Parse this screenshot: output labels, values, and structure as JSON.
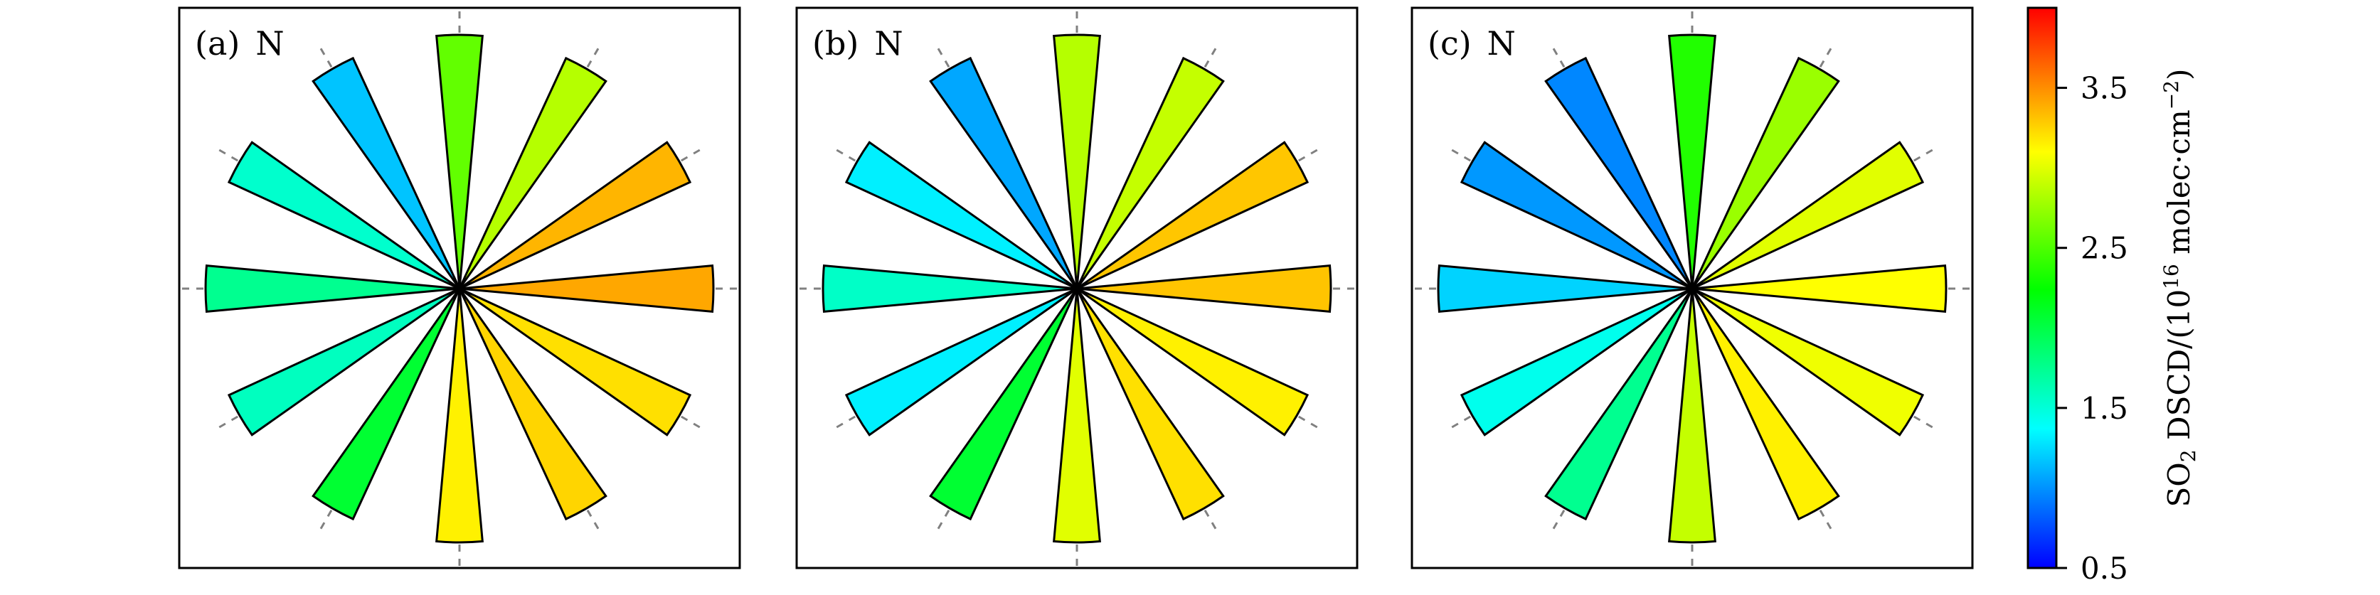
{
  "chart_data": [
    {
      "type": "polar-bar",
      "title": "(a) N",
      "panel_letter": "(a)",
      "north_label": "N",
      "directions_deg": [
        0,
        30,
        60,
        90,
        120,
        150,
        180,
        210,
        240,
        270,
        300,
        330
      ],
      "values": [
        2.57,
        2.85,
        3.36,
        3.41,
        3.21,
        3.25,
        3.15,
        2.07,
        1.59,
        1.75,
        1.54,
        1.17
      ]
    },
    {
      "type": "polar-bar",
      "title": "(b) N",
      "panel_letter": "(b)",
      "north_label": "N",
      "directions_deg": [
        0,
        30,
        60,
        90,
        120,
        150,
        180,
        210,
        240,
        270,
        300,
        330
      ],
      "values": [
        2.85,
        2.9,
        3.3,
        3.31,
        3.15,
        3.21,
        3.0,
        2.07,
        1.32,
        1.56,
        1.32,
        1.07
      ]
    },
    {
      "type": "polar-bar",
      "title": "(c) N",
      "panel_letter": "(c)",
      "north_label": "N",
      "directions_deg": [
        0,
        30,
        60,
        90,
        120,
        150,
        180,
        210,
        240,
        270,
        300,
        330
      ],
      "values": [
        2.35,
        2.76,
        3.0,
        3.1,
        3.05,
        3.15,
        2.9,
        1.75,
        1.43,
        1.22,
        1.02,
        0.96
      ]
    }
  ],
  "colorbar": {
    "range": [
      0.5,
      4.0
    ],
    "ticks": [
      0.5,
      1.5,
      2.5,
      3.5
    ],
    "tick_labels": [
      "0.5",
      "1.5",
      "2.5",
      "3.5"
    ],
    "colormap_stops": [
      {
        "value": 0.5,
        "color": "#0000ff"
      },
      {
        "value": 1.37,
        "color": "#00ffff"
      },
      {
        "value": 2.24,
        "color": "#00ff00"
      },
      {
        "value": 3.1,
        "color": "#ffff00"
      },
      {
        "value": 4.0,
        "color": "#ff0000"
      }
    ],
    "label": {
      "p1": "SO",
      "p2": "2",
      "p3": " DSCD/(10",
      "p4": "16",
      "p5": " molec·cm",
      "p6": "−2",
      "p7": ")"
    }
  },
  "colors": {
    "outline": "#000000",
    "guide": "#808080"
  }
}
